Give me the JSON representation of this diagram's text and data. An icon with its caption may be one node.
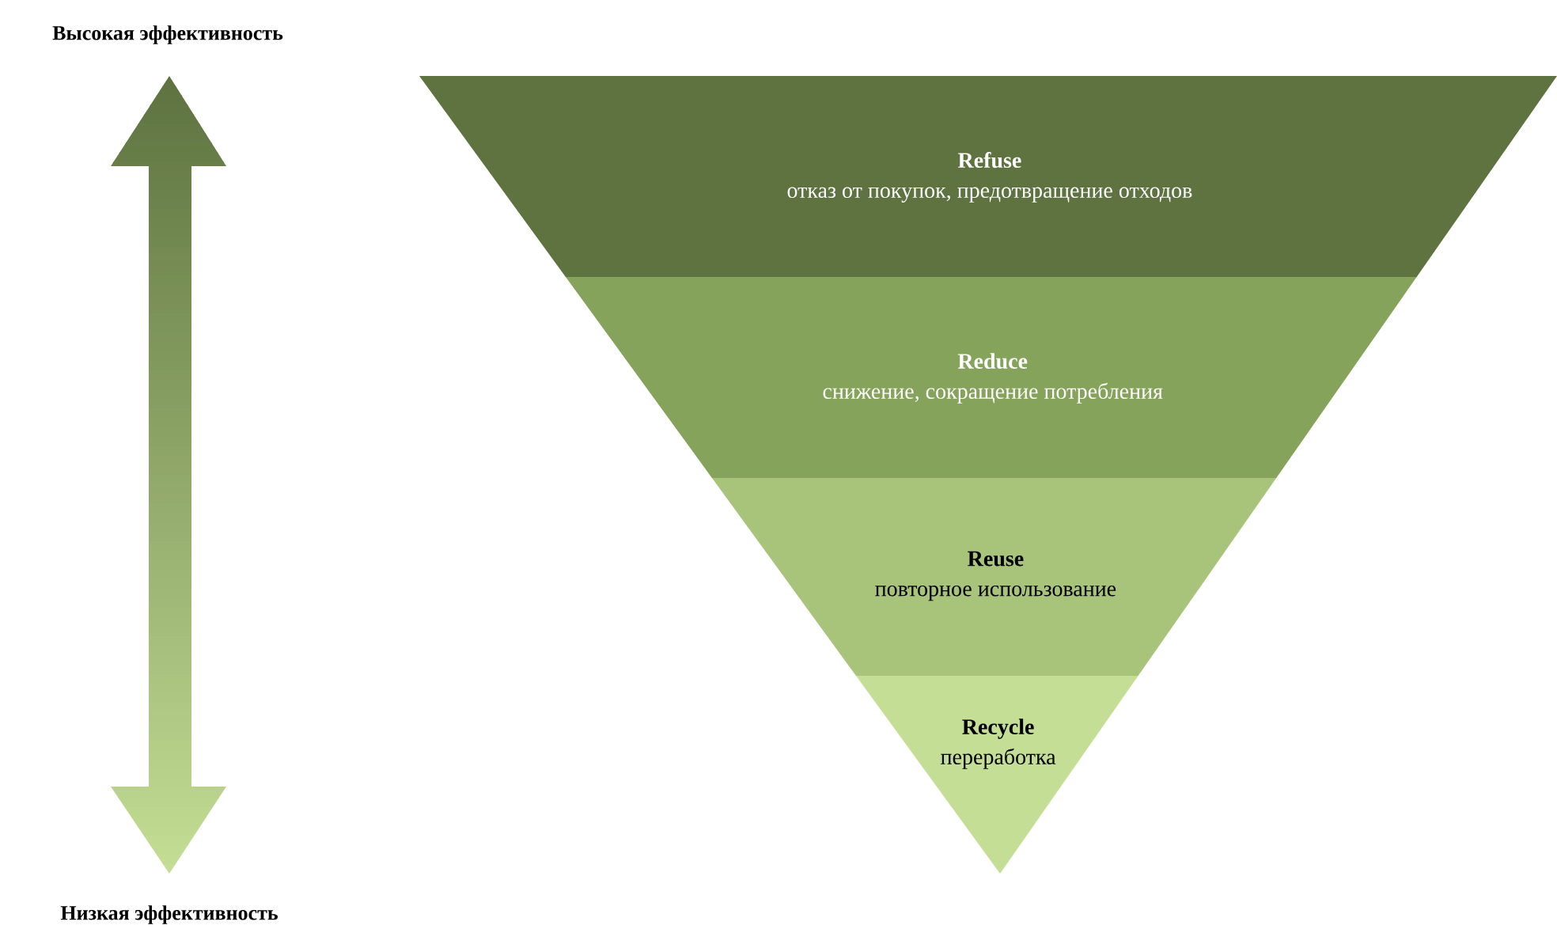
{
  "diagram": {
    "nodes": [
      {
        "text": [
          "Refuse",
          "отказ от покупок, предотвращение отходов"
        ]
      },
      {
        "text": [
          "Reduce",
          "снижение, сокращение потребления"
        ]
      },
      {
        "text": [
          "Reuse",
          "повторное использование"
        ]
      },
      {
        "text": [
          "Recycle",
          "переработка"
        ]
      }
    ],
    "labels": [
      "Высокая эффективность",
      "Низкая эффективность"
    ]
  }
}
